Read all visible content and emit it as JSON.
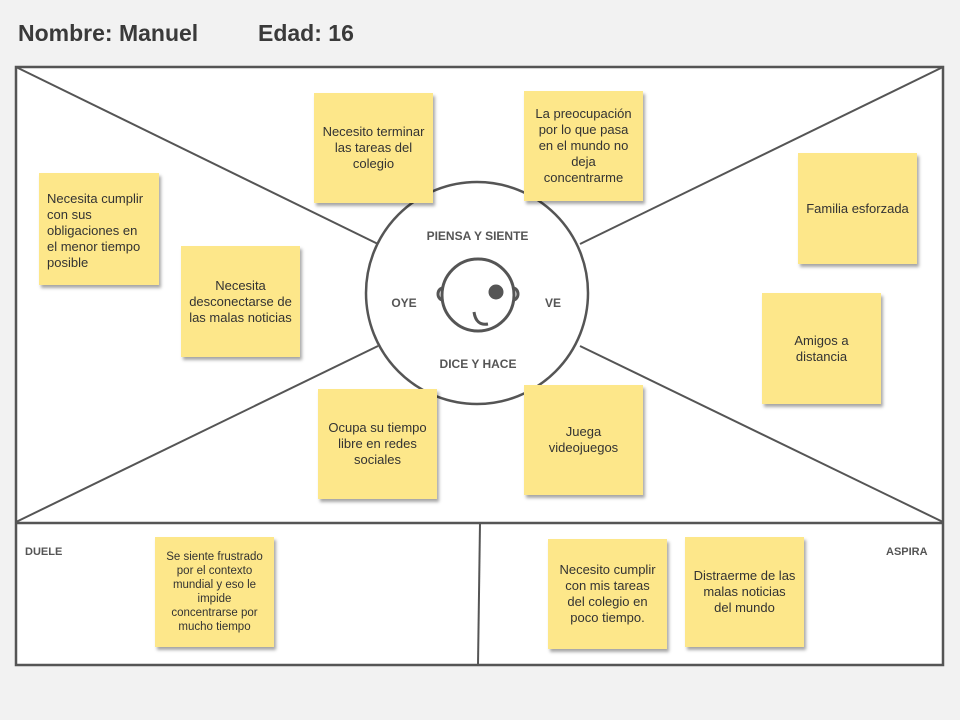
{
  "header": {
    "name": "Nombre: Manuel",
    "age": "Edad: 16"
  },
  "map": {
    "piensa": "PIENSA Y SIENTE",
    "oye": "OYE",
    "ve": "VE",
    "dice": "DICE Y HACE",
    "duele": "DUELE",
    "aspira": "ASPIRA",
    "face_icon": "face-icon"
  },
  "notes": {
    "n1": "Necesito terminar las tareas del colegio",
    "n2": "La preocupación por lo que pasa en el mundo no deja concentrarme",
    "n3": "Necesita cumplir con sus obligaciones en el menor tiempo posible",
    "n4": "Necesita desconectarse de las malas noticias",
    "n5": "Familia esforzada",
    "n6": "Amigos a distancia",
    "n7": "Ocupa su tiempo libre en redes sociales",
    "n8": "Juega videojuegos",
    "n9": "Se siente frustrado por el contexto mundial y eso le impide concentrarse por mucho tiempo",
    "n10": "Necesito cumplir con mis tareas del colegio en poco tiempo.",
    "n11": "Distraerme de las malas noticias del mundo"
  },
  "colors": {
    "note": "#fde78a",
    "line": "#555555",
    "background": "#f2f2f2"
  }
}
